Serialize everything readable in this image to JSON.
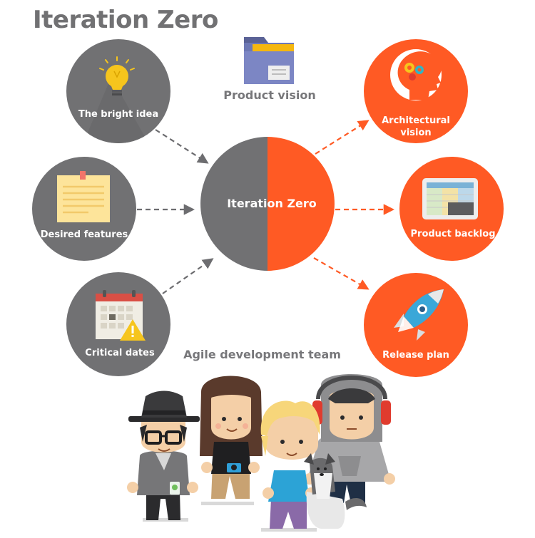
{
  "title": "Iteration Zero",
  "center": {
    "label": "Iteration Zero"
  },
  "product_vision": {
    "label": "Product vision",
    "icon": "folder-icon"
  },
  "inputs": [
    {
      "id": "bright-idea",
      "label": "The bright idea",
      "icon": "lightbulb-icon"
    },
    {
      "id": "desired-features",
      "label": "Desired features",
      "icon": "sticky-note-icon"
    },
    {
      "id": "critical-dates",
      "label": "Critical dates",
      "icon": "calendar-warning-icon"
    }
  ],
  "outputs": [
    {
      "id": "architectural-vision",
      "label_line1": "Architectural",
      "label_line2": "vision",
      "icon": "brain-gears-icon"
    },
    {
      "id": "product-backlog",
      "label": "Product backlog",
      "icon": "tablet-table-icon"
    },
    {
      "id": "release-plan",
      "label": "Release plan",
      "icon": "rocket-icon"
    }
  ],
  "team": {
    "label": "Agile development team"
  },
  "colors": {
    "grey": "#717173",
    "orange": "#ff5a24",
    "text_white": "#ffffff"
  }
}
